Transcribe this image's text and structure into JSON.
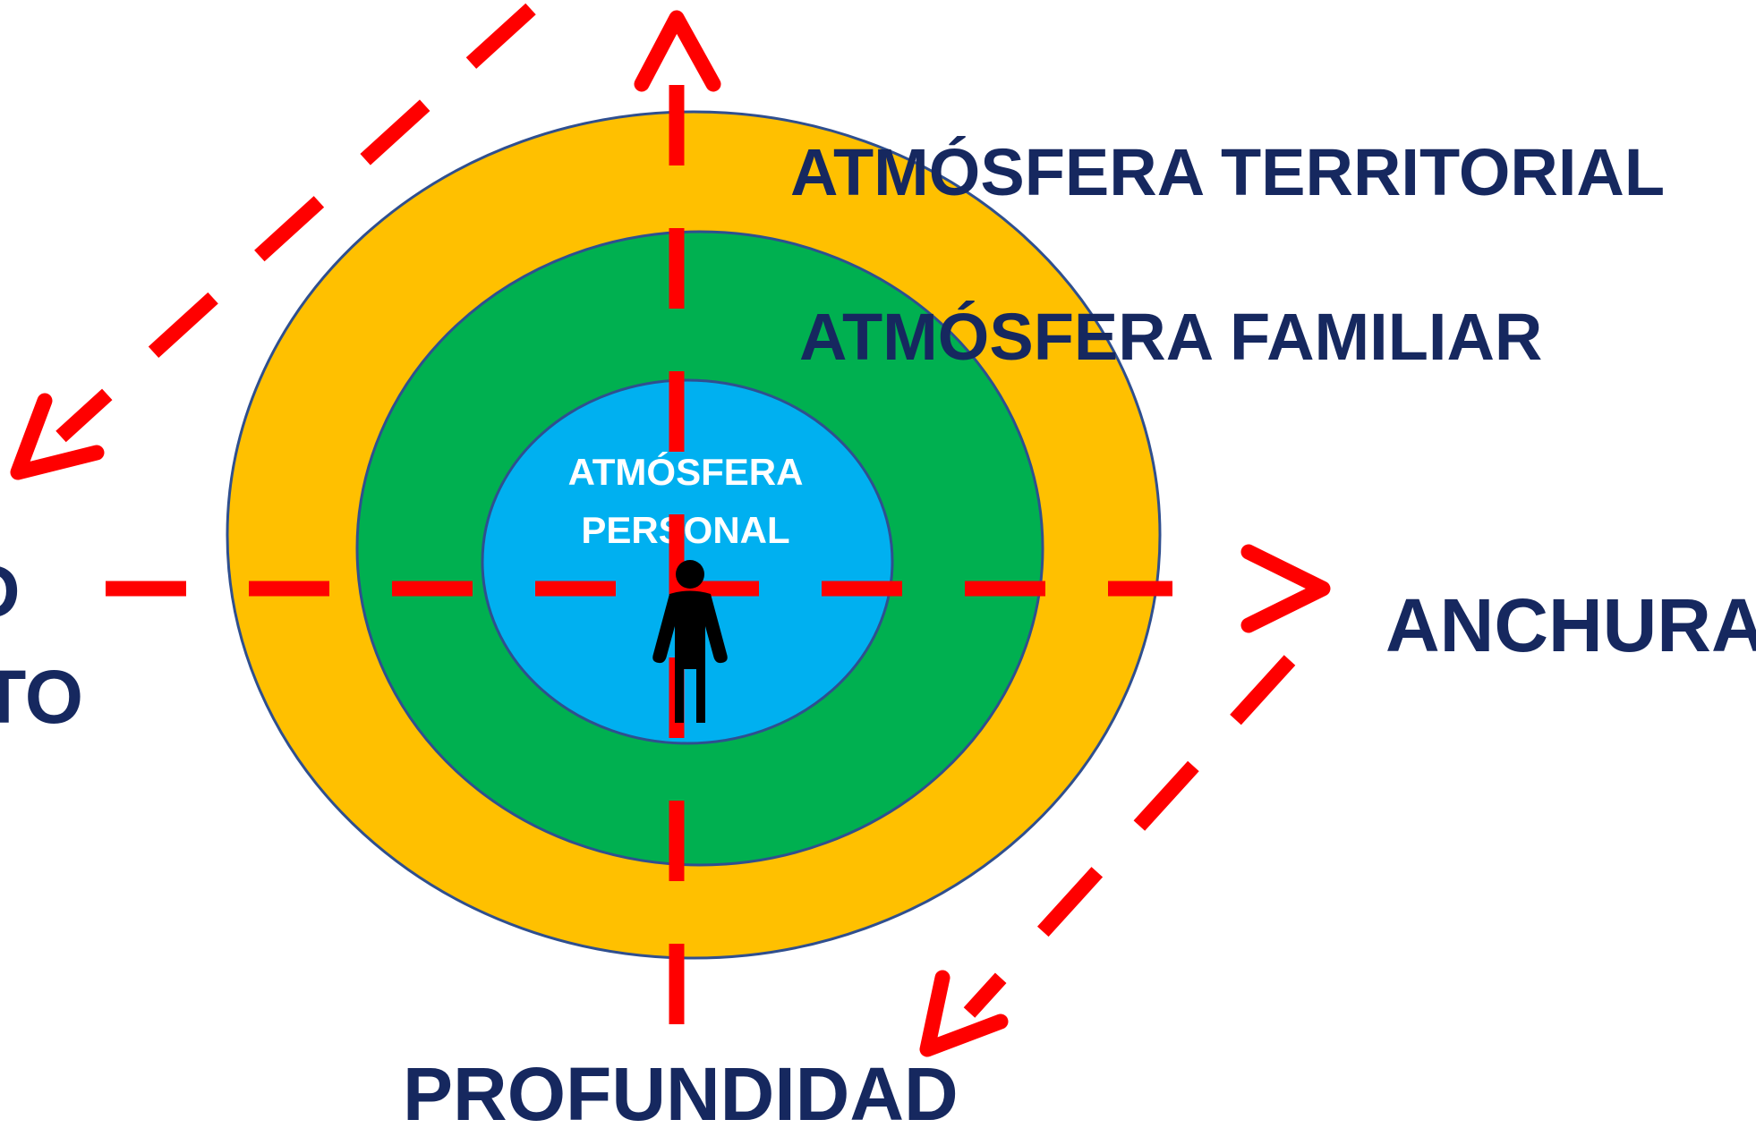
{
  "labels": {
    "territorial": "ATMÓSFERA TERRITORIAL",
    "familiar": "ATMÓSFERA FAMILIAR",
    "personal_line1": "ATMÓSFERA",
    "personal_line2": "PERSONAL",
    "anchura": "ANCHURA",
    "profundidad": "PROFUNDIDAD",
    "left_partial_top": "D",
    "left_partial_bottom": "TO"
  },
  "colors": {
    "territorial": "#ffc000",
    "familiar": "#00b050",
    "personal": "#00b0f0",
    "arrows": "#ff0000",
    "text": "#16285f",
    "outline": "#2f4f8f"
  },
  "icons": {
    "person": "person-icon"
  }
}
